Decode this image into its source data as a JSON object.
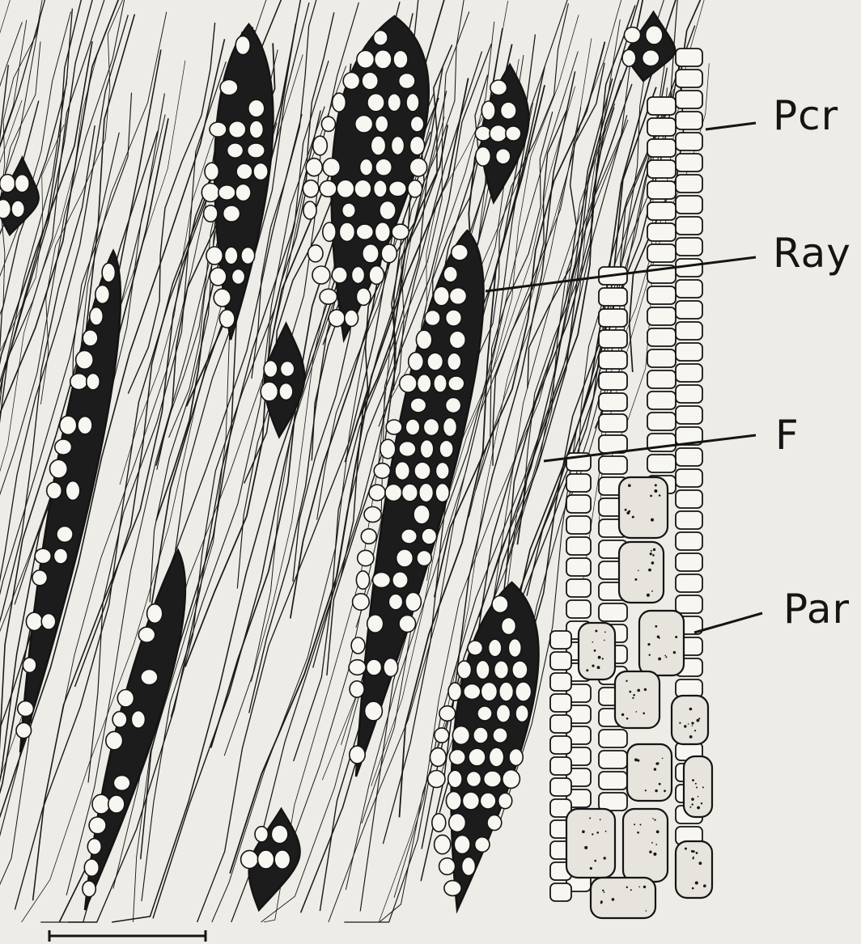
{
  "figure": {
    "labels": {
      "pcr": "Pcr",
      "ray": "Ray",
      "fiber": "F",
      "parenchyma": "Par"
    },
    "colors": {
      "paper": "#eeece6",
      "ink": "#141414",
      "cell_fill": "#f7f6f1"
    }
  }
}
